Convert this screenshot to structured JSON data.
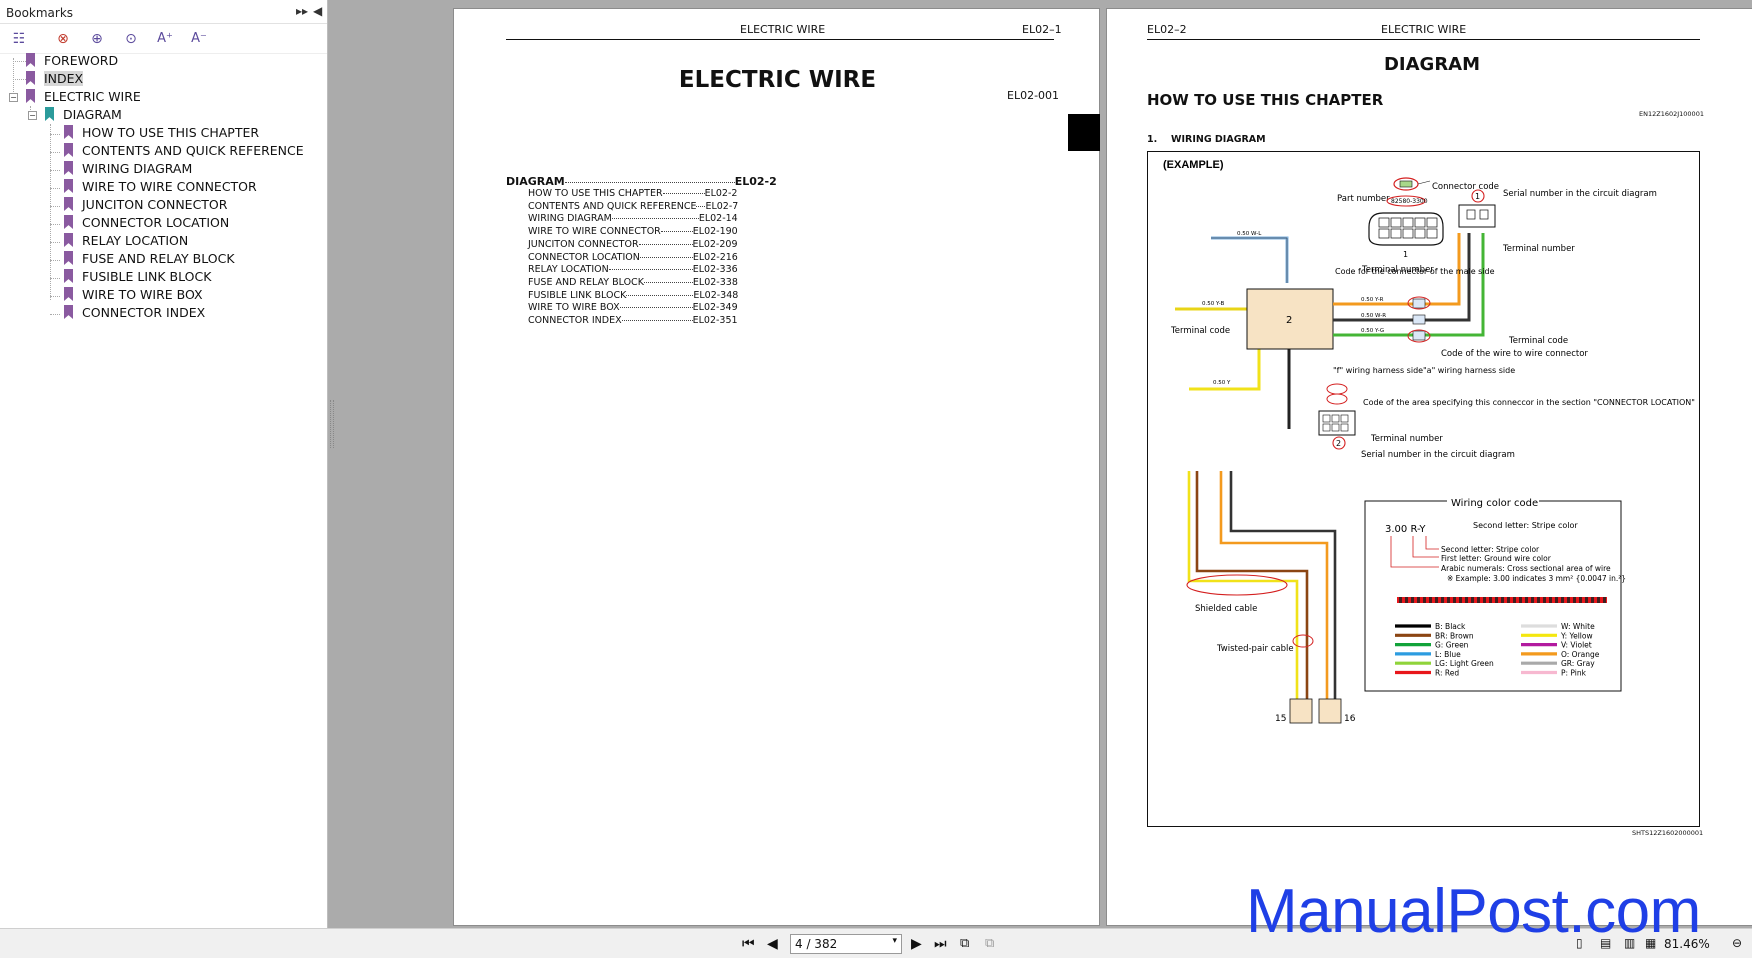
{
  "sidebar": {
    "title": "Bookmarks",
    "collapse_icon": "double-chevron-right-icon",
    "close_icon": "triangle-left-icon",
    "toolbar": [
      "expand-all-icon",
      "delete-bookmark-icon",
      "add-bookmark-icon",
      "search-bookmark-icon",
      "increase-font-icon",
      "decrease-font-icon"
    ],
    "toolbar_glyphs": [
      "☷",
      "⊗",
      "⊕",
      "⊙",
      "A⁺",
      "A⁻"
    ],
    "items": [
      {
        "label": "FOREWORD"
      },
      {
        "label": "INDEX"
      },
      {
        "label": "ELECTRIC WIRE"
      },
      {
        "label": "DIAGRAM"
      },
      {
        "label": "HOW TO USE THIS CHAPTER"
      },
      {
        "label": "CONTENTS AND QUICK REFERENCE"
      },
      {
        "label": "WIRING DIAGRAM"
      },
      {
        "label": "WIRE TO WIRE CONNECTOR"
      },
      {
        "label": "JUNCITON CONNECTOR"
      },
      {
        "label": "CONNECTOR LOCATION"
      },
      {
        "label": "RELAY LOCATION"
      },
      {
        "label": "FUSE AND RELAY BLOCK"
      },
      {
        "label": "FUSIBLE LINK BLOCK"
      },
      {
        "label": "WIRE TO WIRE BOX"
      },
      {
        "label": "CONNECTOR INDEX"
      }
    ]
  },
  "page1": {
    "header": "ELECTRIC WIRE",
    "page_no": "EL02–1",
    "title": "ELECTRIC WIRE",
    "code": "EL02-001",
    "toc_head": {
      "label": "DIAGRAM",
      "page": "EL02-2"
    },
    "toc": [
      {
        "label": "HOW TO USE THIS CHAPTER",
        "page": "EL02-2"
      },
      {
        "label": "CONTENTS AND QUICK REFERENCE",
        "page": "EL02-7"
      },
      {
        "label": "WIRING DIAGRAM",
        "page": "EL02-14"
      },
      {
        "label": "WIRE TO WIRE CONNECTOR",
        "page": "EL02-190"
      },
      {
        "label": "JUNCITON CONNECTOR",
        "page": "EL02-209"
      },
      {
        "label": "CONNECTOR LOCATION",
        "page": "EL02-216"
      },
      {
        "label": "RELAY LOCATION",
        "page": "EL02-336"
      },
      {
        "label": "FUSE AND RELAY BLOCK",
        "page": "EL02-338"
      },
      {
        "label": "FUSIBLE LINK BLOCK",
        "page": "EL02-348"
      },
      {
        "label": "WIRE TO WIRE BOX",
        "page": "EL02-349"
      },
      {
        "label": "CONNECTOR INDEX",
        "page": "EL02-351"
      }
    ]
  },
  "page2": {
    "page_no": "EL02–2",
    "header": "ELECTRIC WIRE",
    "title": "DIAGRAM",
    "section": "HOW TO USE THIS CHAPTER",
    "code": "EN12Z1602J100001",
    "sub": "1.",
    "sub_title": "WIRING DIAGRAM",
    "example": "(EXAMPLE)",
    "footer_code": "SHTS12Z1602000001",
    "labels": {
      "connector_code": "Connector code",
      "part_number": "Part number",
      "part_no_val": "82580-3300",
      "serial_number": "Serial number in the circuit diagram",
      "terminal_number": "Terminal number",
      "code_male": "Code for the connector of the male side",
      "terminal_code": "Terminal code",
      "code_w2w": "Code of the wire to wire connector",
      "f_side": "\"f\" wiring harness side",
      "a_side": "\"a\" wiring harness side",
      "code_area": "Code of the area specifying this conneccor in the section \"CONNECTOR LOCATION\"",
      "terminal_number2": "Terminal number",
      "serial2": "Serial number in the circuit diagram",
      "shielded": "Shielded cable",
      "twisted": "Twisted-pair cable",
      "n15": "15",
      "n16": "16",
      "n1": "1",
      "n2": "2",
      "box": "2",
      "w_050wl": "0.50 W-L",
      "w_050yb": "0.50 Y-B",
      "w_050y": "0.50 Y",
      "w_050yr": "0.50 Y-R",
      "w_050wr": "0.50 W-R",
      "w_050yg": "0.50 Y-G"
    },
    "legend": {
      "title": "Wiring color code",
      "sample": "3.00 R-Y",
      "second_letter": "Second letter: Stripe color",
      "l1": "Second letter: Stripe color",
      "l2": "First letter: Ground wire color",
      "l3": "Arabic numerals: Cross sectional area of wire",
      "l4": "※ Example: 3.00 indicates 3 mm² {0.0047 in.²}",
      "colors_left": [
        {
          "code": "B: Black",
          "hex": "#000000"
        },
        {
          "code": "BR: Brown",
          "hex": "#8b4513"
        },
        {
          "code": "G: Green",
          "hex": "#12a33a"
        },
        {
          "code": "L: Blue",
          "hex": "#2c9ce0"
        },
        {
          "code": "LG: Light Green",
          "hex": "#8fd43a"
        },
        {
          "code": "R: Red",
          "hex": "#e8161b"
        }
      ],
      "colors_right": [
        {
          "code": "W: White",
          "hex": "#f4f4f4"
        },
        {
          "code": "Y: Yellow",
          "hex": "#f4e70f"
        },
        {
          "code": "V: Violet",
          "hex": "#b21a9f"
        },
        {
          "code": "O: Orange",
          "hex": "#f39a1e"
        },
        {
          "code": "GR: Gray",
          "hex": "#a9a9a9"
        },
        {
          "code": "P: Pink",
          "hex": "#f7b8d0"
        }
      ]
    }
  },
  "statusbar": {
    "page_field": "4 / 382",
    "zoom": "81.46%",
    "first_icon": "first-page-icon",
    "prev_icon": "previous-page-icon",
    "next_icon": "next-page-icon",
    "last_icon": "last-page-icon"
  },
  "watermark": "ManualPost.com"
}
